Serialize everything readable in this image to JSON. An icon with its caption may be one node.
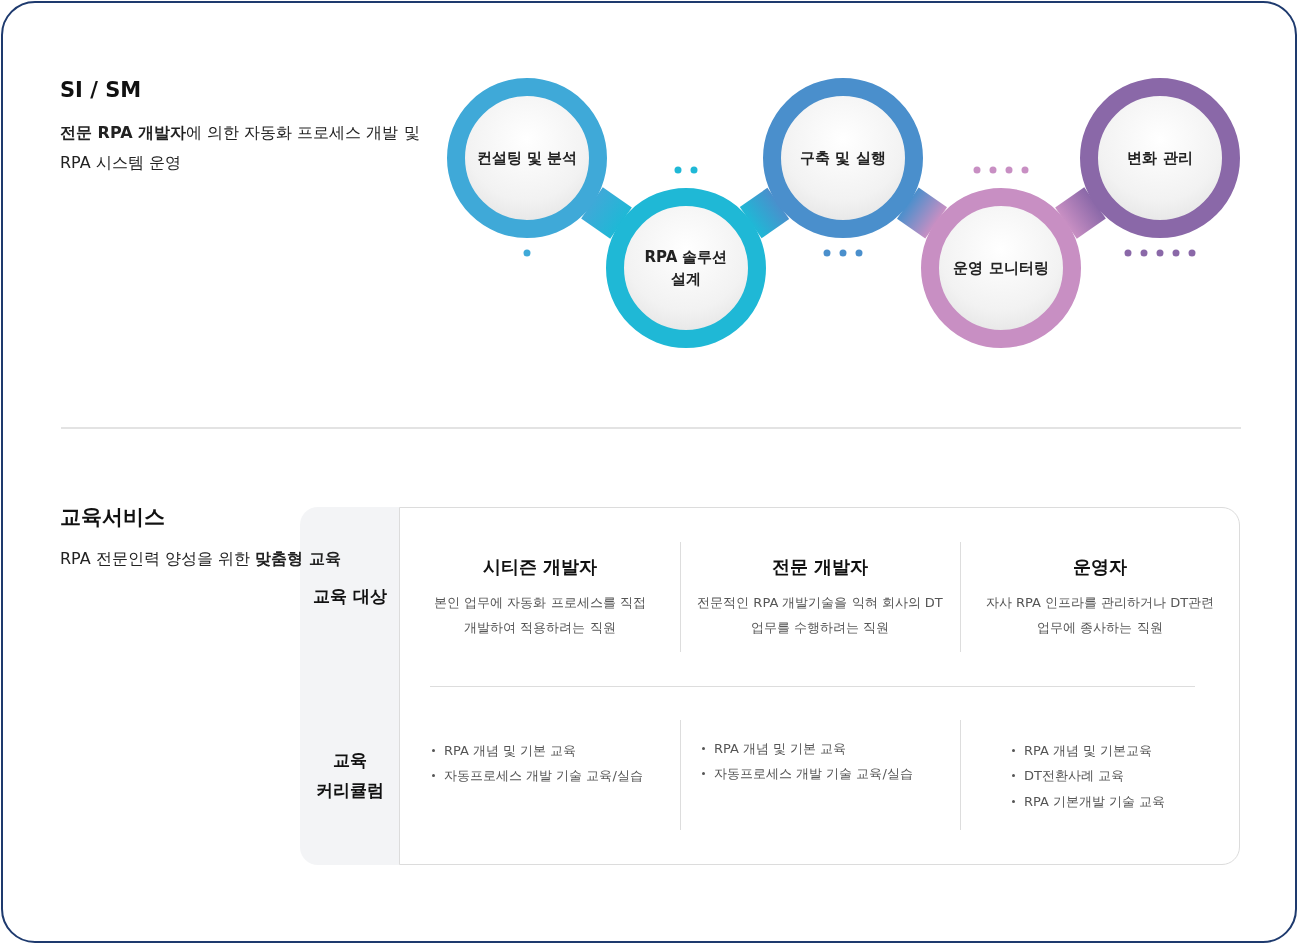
{
  "diagram": {
    "nodes": [
      {
        "text": [
          "컨설팅 및 분석"
        ]
      },
      {
        "text": [
          "RPA 솔루션 설계"
        ]
      },
      {
        "text": [
          "구축 및 실행"
        ]
      },
      {
        "text": [
          "운영 모니터링"
        ]
      },
      {
        "text": [
          "변화 관리"
        ]
      }
    ],
    "edges": [
      {
        "from": 0,
        "to": 1,
        "arrow": "none"
      },
      {
        "from": 1,
        "to": 2,
        "arrow": "none"
      },
      {
        "from": 2,
        "to": 3,
        "arrow": "none"
      },
      {
        "from": 3,
        "to": 4,
        "arrow": "none"
      }
    ],
    "labels": [
      "SI / SM",
      "**전문 RPA 개발자**에 의한 자동화 프로세스 개발 및 RPA 시스템 운영",
      "교육서비스",
      "RPA 전문인력 양성을 위한 **맞춤형 교육**",
      "교육 대상",
      "시티즌 개발자",
      "본인 업무에 자동화 프로세스를 직접 개발하여 적용하려는 직원",
      "전문 개발자",
      "전문적인 RPA 개발기술을 익혀 회사의 DT 업무를 수행하려는 직원",
      "운영자",
      "자사 RPA 인프라를 관리하거나 DT관련 업무에 종사하는 직원",
      "교육 커리큘럼",
      "RPA 개념 및 기본 교육",
      "자동프로세스 개발 기술 교육/실습",
      "RPA 개념 및 기본 교육",
      "자동프로세스 개발 기술 교육/실습",
      "RPA 개념 및 기본교육",
      "DT전환사례 교육",
      "RPA 기본개발 기술 교육"
    ]
  }
}
